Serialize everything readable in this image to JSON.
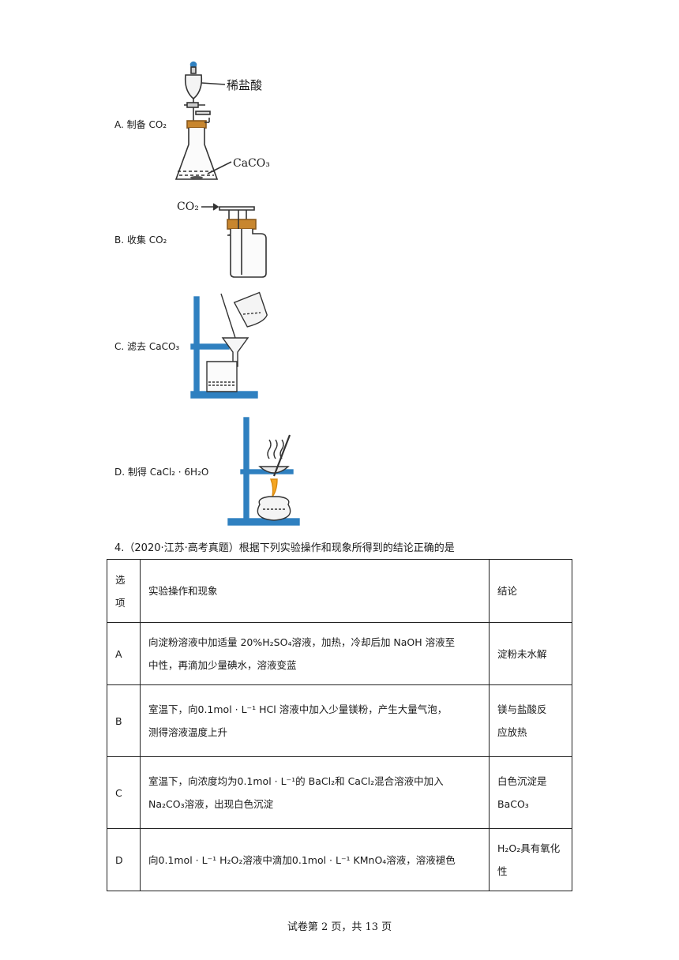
{
  "options": [
    {
      "letter": "A.",
      "text": "制备 CO₂"
    },
    {
      "letter": "B.",
      "text": "收集 CO₂"
    },
    {
      "letter": "C.",
      "text": "滤去 CaCO₃"
    },
    {
      "letter": "D.",
      "text": "制得 CaCl₂ · 6H₂O"
    }
  ],
  "figure_labels": {
    "a_acid": "稀盐酸",
    "a_solid": "CaCO₃",
    "b_gas": "CO₂"
  },
  "question": {
    "number": "4.",
    "source": "（2020·江苏·高考真题）",
    "stem": "根据下列实验操作和现象所得到的结论正确的是"
  },
  "table": {
    "header": {
      "col1_line1": "选",
      "col1_line2": "项",
      "col2": "实验操作和现象",
      "col3": "结论"
    },
    "rows": [
      {
        "opt": "A",
        "op_line1": "向淀粉溶液中加适量 20%H₂SO₄溶液，加热，冷却后加 NaOH 溶液至",
        "op_line2": "中性，再滴加少量碘水，溶液变蓝",
        "concl_line1": "淀粉未水解",
        "concl_line2": ""
      },
      {
        "opt": "B",
        "op_line1": "室温下，向0.1mol · L⁻¹ HCl 溶液中加入少量镁粉，产生大量气泡，",
        "op_line2": "测得溶液温度上升",
        "concl_line1": "镁与盐酸反",
        "concl_line2": "应放热"
      },
      {
        "opt": "C",
        "op_line1": "室温下，向浓度均为0.1mol · L⁻¹的 BaCl₂和 CaCl₂混合溶液中加入",
        "op_line2": "Na₂CO₃溶液，出现白色沉淀",
        "concl_line1": "白色沉淀是",
        "concl_line2": "BaCO₃"
      },
      {
        "opt": "D",
        "op_line1": "向0.1mol · L⁻¹ H₂O₂溶液中滴加0.1mol · L⁻¹ KMnO₄溶液，溶液褪色",
        "op_line2": "",
        "concl_line1": "H₂O₂具有氧化",
        "concl_line2": "性"
      }
    ]
  },
  "footer": "试卷第 2 页，共 13 页",
  "colors": {
    "stand_blue": "#2f80c0",
    "stopper": "#c8862e",
    "flame": "#f5a623",
    "text": "#1a1a1a"
  }
}
